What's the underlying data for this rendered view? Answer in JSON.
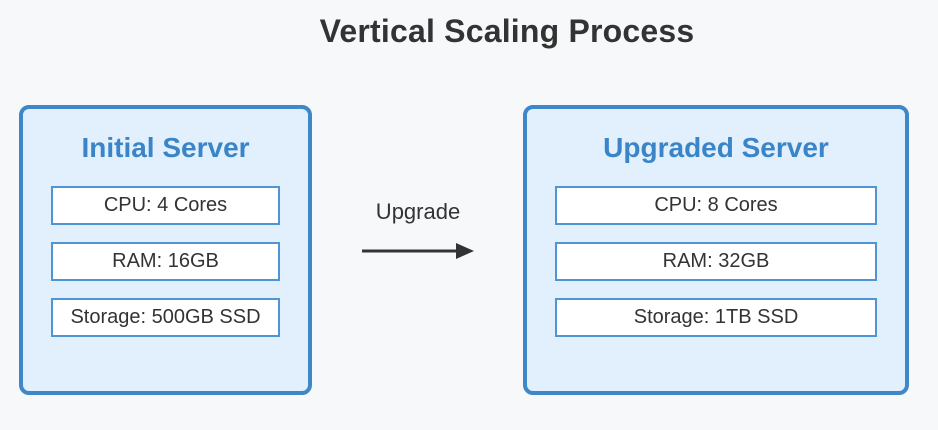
{
  "title": "Vertical Scaling Process",
  "servers": [
    {
      "name": "Initial Server",
      "specs": [
        "CPU: 4 Cores",
        "RAM: 16GB",
        "Storage: 500GB SSD"
      ]
    },
    {
      "name": "Upgraded Server",
      "specs": [
        "CPU: 8 Cores",
        "RAM: 32GB",
        "Storage: 1TB SSD"
      ]
    }
  ],
  "edge": {
    "label": "Upgrade",
    "direction": "right"
  },
  "colors": {
    "background": "#f7f8fa",
    "box_fill": "#e1f0fc",
    "box_border": "#3e87c9",
    "spec_fill": "#ffffff",
    "spec_border": "#4e95d6",
    "server_name_text": "#3a85c8",
    "text": "#333333",
    "arrow": "#333333"
  }
}
